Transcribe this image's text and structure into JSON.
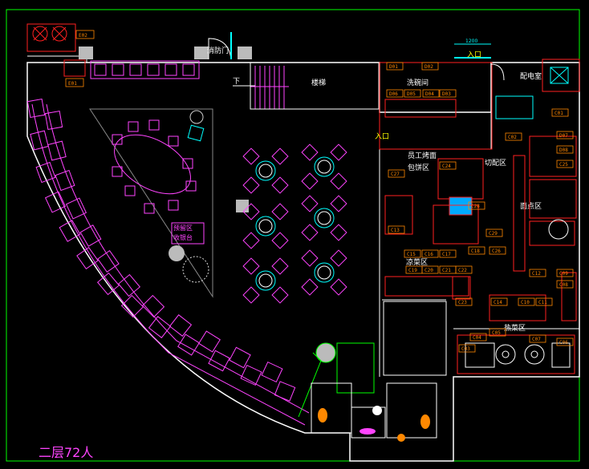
{
  "labels": {
    "fire_door": "消防门",
    "stairs": "楼梯",
    "down": "下",
    "entrance_top": "入口",
    "dim_1200": "1200",
    "power_room": "配电室",
    "dishwashing": "洗碗间",
    "entrance_kitchen": "入口",
    "staff_pastry": "员工烤面",
    "pastry_zone": "包饼区",
    "cutting_zone": "切配区",
    "noodle_zone": "面点区",
    "cold_zone": "凉菜区",
    "stir_fry_zone": "热菜区",
    "reserved_area_line1": "预留区",
    "reserved_area_line2": "收银台",
    "floor_title": "二层72人"
  },
  "equipment_tags": [
    "E02",
    "E01",
    "C01",
    "C02",
    "D01",
    "D02",
    "D03",
    "D04",
    "D05",
    "D06",
    "D07",
    "D08",
    "C25",
    "C26",
    "C27",
    "C13",
    "C19",
    "C20",
    "C21",
    "C22",
    "C23",
    "C24",
    "C28",
    "C29",
    "C18",
    "C17",
    "C16",
    "C15",
    "C14",
    "C10",
    "C11",
    "C12",
    "C09",
    "C08",
    "C07",
    "C06",
    "C05",
    "C04",
    "C03"
  ],
  "colors": {
    "wall": "#ff2020",
    "outer_frame": "#00ff00",
    "furniture": "#ff44ff",
    "tables": "#00ffff",
    "text": "#ffffff",
    "yellow_text": "#ffff00",
    "tag": "#ff8800"
  }
}
